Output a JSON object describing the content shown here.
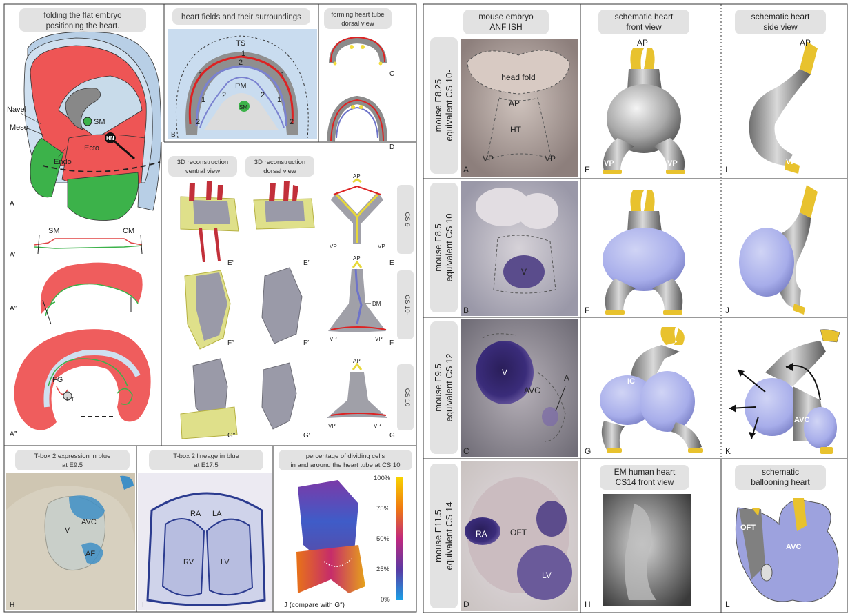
{
  "left": {
    "A": {
      "caption": [
        "folding the flat embryo",
        "positioning the heart."
      ],
      "labels": {
        "navel": "Navel",
        "meso": "Meso",
        "ecto": "Ecto",
        "endo": "Endo",
        "sm": "SM",
        "hn": "HN"
      },
      "panel": "A"
    },
    "B": {
      "caption": "heart fields and their surroundings",
      "labels": {
        "ts": "TS",
        "pm": "PM",
        "sm": "SM",
        "n1": "1",
        "n2": "2"
      },
      "panel": "B"
    },
    "C": {
      "caption": [
        "forming heart tube",
        "dorsal view"
      ],
      "panelC": "C",
      "panelD": "D"
    },
    "Aprime": {
      "sm": "SM",
      "cm": "CM",
      "panel": "A′",
      "panel2": "A″",
      "panel3": "A‴",
      "fg": "FG",
      "ht": "HT"
    },
    "recon": {
      "ventral": [
        "3D reconstruction",
        "ventral view"
      ],
      "dorsal": [
        "3D reconstruction",
        "dorsal view"
      ],
      "panels": {
        "Ep": "E″",
        "Epp": "E′",
        "E": "E",
        "Fp": "F″",
        "Fpp": "F′",
        "F": "F",
        "Gp": "G″",
        "Gpp": "G′",
        "G": "G"
      },
      "stages": [
        "CS 9",
        "CS 10-",
        "CS 10"
      ],
      "labels": {
        "ap": "AP",
        "vp": "VP",
        "dm": "DM"
      }
    },
    "H": {
      "caption": [
        "T-box 2 expression in blue",
        "at E9.5"
      ],
      "labels": {
        "v": "V",
        "avc": "AVC",
        "af": "AF"
      },
      "panel": "H"
    },
    "I": {
      "caption": [
        "T-box 2 lineage in blue",
        "at E17.5"
      ],
      "labels": {
        "ra": "RA",
        "la": "LA",
        "rv": "RV",
        "lv": "LV"
      },
      "panel": "I"
    },
    "J": {
      "caption": [
        "percentage of dividing cells",
        "in and around the heart tube at CS 10"
      ],
      "scale": [
        "100%",
        "75%",
        "50%",
        "25%",
        "0%"
      ],
      "panel": "J (compare with G″)"
    }
  },
  "right": {
    "headers": {
      "embryo": [
        "mouse embryo",
        "ANF ISH"
      ],
      "front": [
        "schematic heart",
        "front view"
      ],
      "side": [
        "schematic heart",
        "side view"
      ]
    },
    "rows": [
      {
        "label": [
          "mouse E8.25",
          "equivalent CS 10-"
        ],
        "labels": {
          "headfold": "head fold",
          "ap": "AP",
          "ht": "HT",
          "vp": "VP"
        },
        "panels": [
          "A",
          "E",
          "I"
        ]
      },
      {
        "label": [
          "mouse E8.5",
          "equivalent CS 10"
        ],
        "labels": {
          "v": "V"
        },
        "panels": [
          "B",
          "F",
          "J"
        ]
      },
      {
        "label": [
          "mouse E9.5",
          "equivalent CS 12"
        ],
        "labels": {
          "v": "V",
          "avc": "AVC",
          "a": "A",
          "ic": "IC"
        },
        "panels": [
          "C",
          "G",
          "K"
        ]
      },
      {
        "label": [
          "mouse E11.5",
          "equivalent CS 14"
        ],
        "labels": {
          "ra": "RA",
          "oft": "OFT",
          "lv": "LV",
          "avc": "AVC"
        },
        "panels": [
          "D",
          "H",
          "L"
        ]
      }
    ],
    "em": [
      "EM human heart",
      "CS14 front view"
    ],
    "balloon": [
      "schematic",
      "ballooning heart"
    ],
    "heart": {
      "ap": "AP",
      "vp": "VP"
    }
  }
}
